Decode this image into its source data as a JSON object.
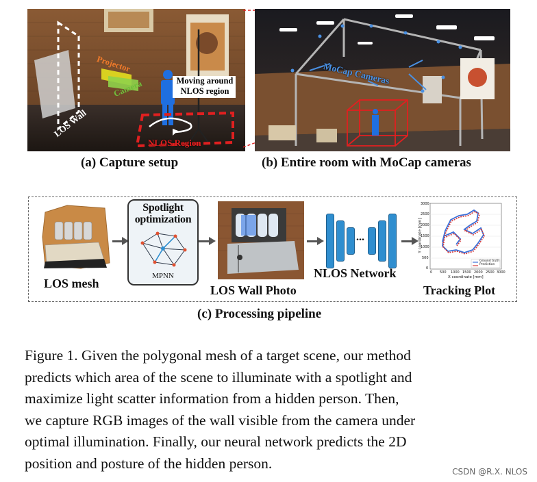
{
  "figure": {
    "panel_a": {
      "caption": "(a) Capture setup",
      "overlay_labels": {
        "projector": "Projector",
        "camera": "Camera",
        "los_wall": "LOS Wall",
        "moving_line1": "Moving around",
        "moving_line2": "NLOS region",
        "nlos_region": "NLOS Region"
      }
    },
    "panel_b": {
      "caption": "(b) Entire room with MoCap cameras",
      "overlay_labels": {
        "mocap": "MoCap Cameras"
      }
    },
    "panel_c": {
      "caption": "(c) Processing pipeline",
      "stages": {
        "los_mesh": "LOS mesh",
        "spotlight_line1": "Spotlight",
        "spotlight_line2": "optimization",
        "mpnn": "MPNN",
        "los_wall_photo": "LOS Wall Photo",
        "nlos_network": "NLOS Network",
        "tracking_plot": "Tracking Plot"
      },
      "network_ellipsis": "...",
      "tracking_plot": {
        "xlabel": "X coordinate [mm]",
        "ylabel": "Y coordinate [mm]",
        "xticks": [
          "0",
          "500",
          "1000",
          "1500",
          "2000",
          "2500",
          "3000"
        ],
        "yticks": [
          "0",
          "500",
          "1000",
          "1500",
          "2000",
          "2500",
          "3000"
        ],
        "legend": [
          "Ground truth",
          "Prediction"
        ],
        "colors": {
          "ground_truth": "#3a6fd8",
          "prediction": "#d63a3a"
        }
      }
    },
    "caption_lines": [
      "Figure 1. Given the polygonal mesh of a target scene, our method",
      "predicts which area of the scene to illuminate with a spotlight and",
      "maximize light scatter information from a hidden person.  Then,",
      "we capture RGB images of the wall visible from the camera under",
      "optimal illumination. Finally, our neural network predicts the 2D",
      "position and posture of the hidden person."
    ]
  },
  "watermark": "CSDN @R.X. NLOS",
  "colors": {
    "annotation_red": "#e02020",
    "projector_orange": "#f07a2a",
    "camera_green": "#6fbf3a",
    "network_blue": "#2f8ecf",
    "mocap_blue": "#4a90e2"
  }
}
